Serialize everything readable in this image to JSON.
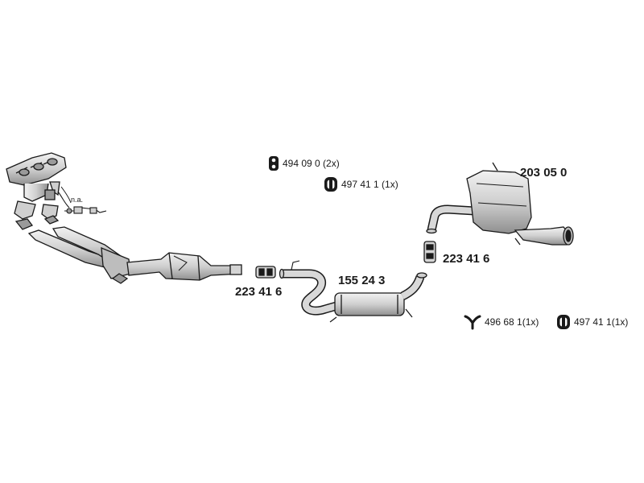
{
  "colors": {
    "line": "#1a1a1a",
    "body_fill": "#d4d4d4",
    "body_shade": "#9a9a9a",
    "highlight": "#f2f2f2"
  },
  "labels": {
    "na": "n.a.",
    "front_clamp": "223 41 6",
    "middle_silencer": "155 24 3",
    "rear_clamp": "223 41 6",
    "rear_silencer": "203 05 0"
  },
  "accessories": {
    "top_rubber": {
      "icon": "rubber-mount-icon",
      "text": "494 09 0 (2x)"
    },
    "top_clamp_ring": {
      "icon": "clamp-ring-icon",
      "text": "497 41 1 (1x)"
    },
    "bottom_hanger": {
      "icon": "y-hanger-icon",
      "text": "496 68 1(1x)"
    },
    "bottom_clamp_ring": {
      "icon": "clamp-ring-icon",
      "text": "497 41 1(1x)"
    }
  }
}
